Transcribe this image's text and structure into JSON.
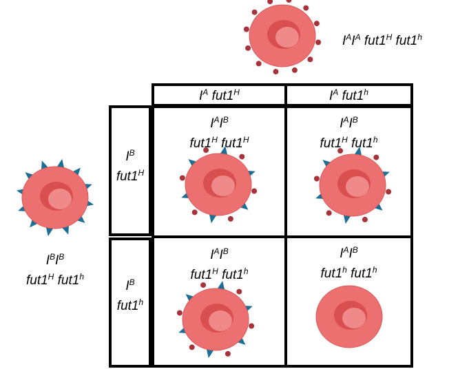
{
  "parent_top": {
    "cell_icon": "rbc-a-antigen-dots-icon",
    "genotype": [
      {
        "t": "I"
      },
      {
        "s": "A"
      },
      {
        "t": "I"
      },
      {
        "s": "A"
      },
      {
        "t": " fut1"
      },
      {
        "s": "H"
      },
      {
        "t": " fut1"
      },
      {
        "s": "h"
      }
    ]
  },
  "parent_left": {
    "cell_icon": "rbc-b-antigen-triangles-icon",
    "genotype_line1": [
      {
        "t": "I"
      },
      {
        "s": "B"
      },
      {
        "t": "I"
      },
      {
        "s": "B"
      }
    ],
    "genotype_line2": [
      {
        "t": "fut1"
      },
      {
        "s": "H"
      },
      {
        "t": " fut1"
      },
      {
        "s": "h"
      }
    ]
  },
  "column_headers": [
    [
      {
        "t": "I"
      },
      {
        "s": "A"
      },
      {
        "t": " fut1"
      },
      {
        "s": "H"
      }
    ],
    [
      {
        "t": "I"
      },
      {
        "s": "A"
      },
      {
        "t": " fut1"
      },
      {
        "s": "h"
      }
    ]
  ],
  "row_headers": [
    {
      "line1": [
        {
          "t": "I"
        },
        {
          "s": "B"
        }
      ],
      "line2": [
        {
          "t": "fut1"
        },
        {
          "s": "H"
        }
      ]
    },
    {
      "line1": [
        {
          "t": "I"
        },
        {
          "s": "B"
        }
      ],
      "line2": [
        {
          "t": "fut1"
        },
        {
          "s": "h"
        }
      ]
    }
  ],
  "cells": [
    {
      "line1": [
        {
          "t": "I"
        },
        {
          "s": "A"
        },
        {
          "t": "I"
        },
        {
          "s": "B"
        }
      ],
      "line2": [
        {
          "t": "fut1"
        },
        {
          "s": "H"
        },
        {
          "t": " fut1"
        },
        {
          "s": "H"
        }
      ],
      "cell_icon": "rbc-ab-antigen-icon"
    },
    {
      "line1": [
        {
          "t": "I"
        },
        {
          "s": "A"
        },
        {
          "t": "I"
        },
        {
          "s": "B"
        }
      ],
      "line2": [
        {
          "t": "fut1"
        },
        {
          "s": "H"
        },
        {
          "t": " fut1"
        },
        {
          "s": "h"
        }
      ],
      "cell_icon": "rbc-ab-antigen-icon"
    },
    {
      "line1": [
        {
          "t": "I"
        },
        {
          "s": "A"
        },
        {
          "t": "I"
        },
        {
          "s": "B"
        }
      ],
      "line2": [
        {
          "t": "fut1"
        },
        {
          "s": "H"
        },
        {
          "t": " fut1"
        },
        {
          "s": "h"
        }
      ],
      "cell_icon": "rbc-ab-antigen-icon"
    },
    {
      "line1": [
        {
          "t": "I"
        },
        {
          "s": "A"
        },
        {
          "t": "I"
        },
        {
          "s": "B"
        }
      ],
      "line2": [
        {
          "t": "fut1"
        },
        {
          "s": "h"
        },
        {
          "t": " fut1"
        },
        {
          "s": "h"
        }
      ],
      "cell_icon": "rbc-plain-no-antigen-icon"
    }
  ],
  "colors": {
    "cell_body": "#ec7070",
    "cell_edge": "#d85858",
    "cell_pit": "#d94f4f",
    "cell_pit_light": "#f08a8a",
    "antigen_a": "#a8323a",
    "antigen_b": "#1b6f96",
    "grid_line": "#000000"
  }
}
